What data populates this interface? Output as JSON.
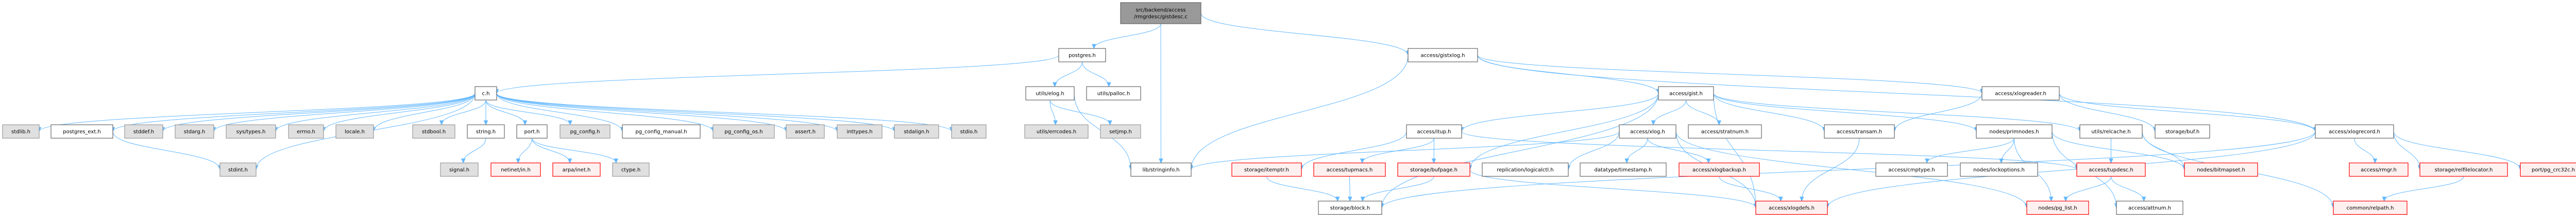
{
  "title": "src/backend/access/rmgrdesc/gistdesc.c",
  "colors": {
    "edge": "#63b8ff",
    "root_fill": "#999999",
    "red_border": "#ff0000",
    "gray_fill": "#e0e0e0"
  },
  "nodes": [
    {
      "id": "root",
      "lines": [
        "src/backend/access",
        "/rmgrdesc/gistdesc.c"
      ],
      "style": "root"
    },
    {
      "id": "postgres",
      "lines": [
        "postgres.h"
      ],
      "style": "white"
    },
    {
      "id": "gistxlog",
      "lines": [
        "access/gistxlog.h"
      ],
      "style": "white"
    },
    {
      "id": "ch",
      "lines": [
        "c.h"
      ],
      "style": "white"
    },
    {
      "id": "elog",
      "lines": [
        "utils/elog.h"
      ],
      "style": "white"
    },
    {
      "id": "palloc",
      "lines": [
        "utils/palloc.h"
      ],
      "style": "white"
    },
    {
      "id": "gist",
      "lines": [
        "access/gist.h"
      ],
      "style": "white"
    },
    {
      "id": "xlogreader",
      "lines": [
        "access/xlogreader.h"
      ],
      "style": "white"
    },
    {
      "id": "stdlib",
      "lines": [
        "stdlib.h"
      ],
      "style": "gray"
    },
    {
      "id": "postgres_ext",
      "lines": [
        "postgres_ext.h"
      ],
      "style": "white"
    },
    {
      "id": "stddef",
      "lines": [
        "stddef.h"
      ],
      "style": "gray"
    },
    {
      "id": "stdarg",
      "lines": [
        "stdarg.h"
      ],
      "style": "gray"
    },
    {
      "id": "systypes",
      "lines": [
        "sys/types.h"
      ],
      "style": "gray"
    },
    {
      "id": "errno",
      "lines": [
        "errno.h"
      ],
      "style": "gray"
    },
    {
      "id": "locale",
      "lines": [
        "locale.h"
      ],
      "style": "gray"
    },
    {
      "id": "stdbool",
      "lines": [
        "stdbool.h"
      ],
      "style": "gray"
    },
    {
      "id": "string",
      "lines": [
        "string.h"
      ],
      "style": "white"
    },
    {
      "id": "port",
      "lines": [
        "port.h"
      ],
      "style": "white"
    },
    {
      "id": "pg_config",
      "lines": [
        "pg_config.h"
      ],
      "style": "gray"
    },
    {
      "id": "pg_config_manual",
      "lines": [
        "pg_config_manual.h"
      ],
      "style": "white"
    },
    {
      "id": "pg_config_os",
      "lines": [
        "pg_config_os.h"
      ],
      "style": "gray"
    },
    {
      "id": "assert",
      "lines": [
        "assert.h"
      ],
      "style": "gray"
    },
    {
      "id": "inttypes",
      "lines": [
        "inttypes.h"
      ],
      "style": "gray"
    },
    {
      "id": "stdalign",
      "lines": [
        "stdalign.h"
      ],
      "style": "gray"
    },
    {
      "id": "stdio",
      "lines": [
        "stdio.h"
      ],
      "style": "gray"
    },
    {
      "id": "errcodes",
      "lines": [
        "utils/errcodes.h"
      ],
      "style": "gray"
    },
    {
      "id": "setjmp",
      "lines": [
        "setjmp.h"
      ],
      "style": "gray"
    },
    {
      "id": "itup",
      "lines": [
        "access/itup.h"
      ],
      "style": "white"
    },
    {
      "id": "xlog",
      "lines": [
        "access/xlog.h"
      ],
      "style": "white"
    },
    {
      "id": "stratnum",
      "lines": [
        "access/stratnum.h"
      ],
      "style": "white"
    },
    {
      "id": "transam",
      "lines": [
        "access/transam.h"
      ],
      "style": "white"
    },
    {
      "id": "primnodes",
      "lines": [
        "nodes/primnodes.h"
      ],
      "style": "white"
    },
    {
      "id": "relcache",
      "lines": [
        "utils/relcache.h"
      ],
      "style": "white"
    },
    {
      "id": "buf",
      "lines": [
        "storage/buf.h"
      ],
      "style": "white"
    },
    {
      "id": "xlogrecord",
      "lines": [
        "access/xlogrecord.h"
      ],
      "style": "white"
    },
    {
      "id": "stdint",
      "lines": [
        "stdint.h"
      ],
      "style": "gray"
    },
    {
      "id": "signal",
      "lines": [
        "signal.h"
      ],
      "style": "gray"
    },
    {
      "id": "netinet",
      "lines": [
        "netinet/in.h"
      ],
      "style": "red"
    },
    {
      "id": "arpa",
      "lines": [
        "arpa/inet.h"
      ],
      "style": "red"
    },
    {
      "id": "ctype",
      "lines": [
        "ctype.h"
      ],
      "style": "gray"
    },
    {
      "id": "stringinfo",
      "lines": [
        "lib/stringinfo.h"
      ],
      "style": "white"
    },
    {
      "id": "itemptr",
      "lines": [
        "storage/itemptr.h"
      ],
      "style": "red"
    },
    {
      "id": "tupmacs",
      "lines": [
        "access/tupmacs.h"
      ],
      "style": "red"
    },
    {
      "id": "bufpage",
      "lines": [
        "storage/bufpage.h"
      ],
      "style": "red"
    },
    {
      "id": "logicalctl",
      "lines": [
        "replication/logicalctl.h"
      ],
      "style": "white"
    },
    {
      "id": "timestamp",
      "lines": [
        "datatype/timestamp.h"
      ],
      "style": "white"
    },
    {
      "id": "xlogbackup",
      "lines": [
        "access/xlogbackup.h"
      ],
      "style": "red"
    },
    {
      "id": "cmptype",
      "lines": [
        "access/cmptype.h"
      ],
      "style": "white"
    },
    {
      "id": "lockoptions",
      "lines": [
        "nodes/lockoptions.h"
      ],
      "style": "white"
    },
    {
      "id": "tupdesc",
      "lines": [
        "access/tupdesc.h"
      ],
      "style": "red"
    },
    {
      "id": "bitmapset",
      "lines": [
        "nodes/bitmapset.h"
      ],
      "style": "red"
    },
    {
      "id": "rmgr",
      "lines": [
        "access/rmgr.h"
      ],
      "style": "red"
    },
    {
      "id": "relfilelocator",
      "lines": [
        "storage/relfilelocator.h"
      ],
      "style": "red"
    },
    {
      "id": "pg_crc32c",
      "lines": [
        "port/pg_crc32c.h"
      ],
      "style": "red"
    },
    {
      "id": "block",
      "lines": [
        "storage/block.h"
      ],
      "style": "white"
    },
    {
      "id": "xlogdefs",
      "lines": [
        "access/xlogdefs.h"
      ],
      "style": "red"
    },
    {
      "id": "pg_list",
      "lines": [
        "nodes/pg_list.h"
      ],
      "style": "red"
    },
    {
      "id": "attnum",
      "lines": [
        "access/attnum.h"
      ],
      "style": "white"
    },
    {
      "id": "relpath",
      "lines": [
        "common/relpath.h"
      ],
      "style": "red"
    }
  ],
  "edges": [
    [
      "root",
      "postgres"
    ],
    [
      "root",
      "stringinfo"
    ],
    [
      "root",
      "gistxlog"
    ],
    [
      "postgres",
      "ch"
    ],
    [
      "postgres",
      "elog"
    ],
    [
      "postgres",
      "palloc"
    ],
    [
      "ch",
      "stdlib"
    ],
    [
      "ch",
      "postgres_ext"
    ],
    [
      "ch",
      "stddef"
    ],
    [
      "ch",
      "stdarg"
    ],
    [
      "ch",
      "systypes"
    ],
    [
      "ch",
      "errno"
    ],
    [
      "ch",
      "locale"
    ],
    [
      "ch",
      "stdint"
    ],
    [
      "ch",
      "stdbool"
    ],
    [
      "ch",
      "string"
    ],
    [
      "ch",
      "port"
    ],
    [
      "ch",
      "pg_config"
    ],
    [
      "ch",
      "pg_config_manual"
    ],
    [
      "ch",
      "pg_config_os"
    ],
    [
      "ch",
      "assert"
    ],
    [
      "ch",
      "inttypes"
    ],
    [
      "ch",
      "stdalign"
    ],
    [
      "ch",
      "stdio"
    ],
    [
      "postgres_ext",
      "stdint"
    ],
    [
      "string",
      "signal"
    ],
    [
      "port",
      "netinet"
    ],
    [
      "port",
      "arpa"
    ],
    [
      "port",
      "ctype"
    ],
    [
      "elog",
      "stringinfo"
    ],
    [
      "elog",
      "errcodes"
    ],
    [
      "elog",
      "setjmp"
    ],
    [
      "gistxlog",
      "gist"
    ],
    [
      "gistxlog",
      "xlogreader"
    ],
    [
      "gistxlog",
      "stringinfo"
    ],
    [
      "gistxlog",
      "xlogrecord"
    ],
    [
      "gist",
      "itup"
    ],
    [
      "gist",
      "bufpage"
    ],
    [
      "gist",
      "xlog"
    ],
    [
      "gist",
      "stratnum"
    ],
    [
      "gist",
      "transam"
    ],
    [
      "gist",
      "xlogdefs"
    ],
    [
      "gist",
      "primnodes"
    ],
    [
      "gist",
      "relcache"
    ],
    [
      "gist",
      "block"
    ],
    [
      "itup",
      "bufpage"
    ],
    [
      "itup",
      "tupdesc"
    ],
    [
      "itup",
      "itemptr"
    ],
    [
      "itup",
      "tupmacs"
    ],
    [
      "xlog",
      "logicalctl"
    ],
    [
      "xlog",
      "timestamp"
    ],
    [
      "xlog",
      "xlogbackup"
    ],
    [
      "xlog",
      "xlogdefs"
    ],
    [
      "xlog",
      "stringinfo"
    ],
    [
      "xlog",
      "pg_list"
    ],
    [
      "xlogreader",
      "transam"
    ],
    [
      "xlogreader",
      "buf"
    ],
    [
      "xlogreader",
      "xlogrecord"
    ],
    [
      "transam",
      "xlogdefs"
    ],
    [
      "primnodes",
      "cmptype"
    ],
    [
      "primnodes",
      "lockoptions"
    ],
    [
      "primnodes",
      "pg_list"
    ],
    [
      "primnodes",
      "attnum"
    ],
    [
      "primnodes",
      "bitmapset"
    ],
    [
      "relcache",
      "tupdesc"
    ],
    [
      "relcache",
      "bitmapset"
    ],
    [
      "relcache",
      "relpath"
    ],
    [
      "tupdesc",
      "pg_list"
    ],
    [
      "tupdesc",
      "attnum"
    ],
    [
      "xlogrecord",
      "rmgr"
    ],
    [
      "xlogrecord",
      "relfilelocator"
    ],
    [
      "xlogrecord",
      "pg_crc32c"
    ],
    [
      "xlogrecord",
      "xlogdefs"
    ],
    [
      "xlogrecord",
      "block"
    ],
    [
      "relfilelocator",
      "relpath"
    ],
    [
      "bufpage",
      "block"
    ],
    [
      "bufpage",
      "xlogdefs"
    ],
    [
      "itemptr",
      "block"
    ],
    [
      "tupmacs",
      "block"
    ],
    [
      "xlogbackup",
      "xlogdefs"
    ]
  ]
}
